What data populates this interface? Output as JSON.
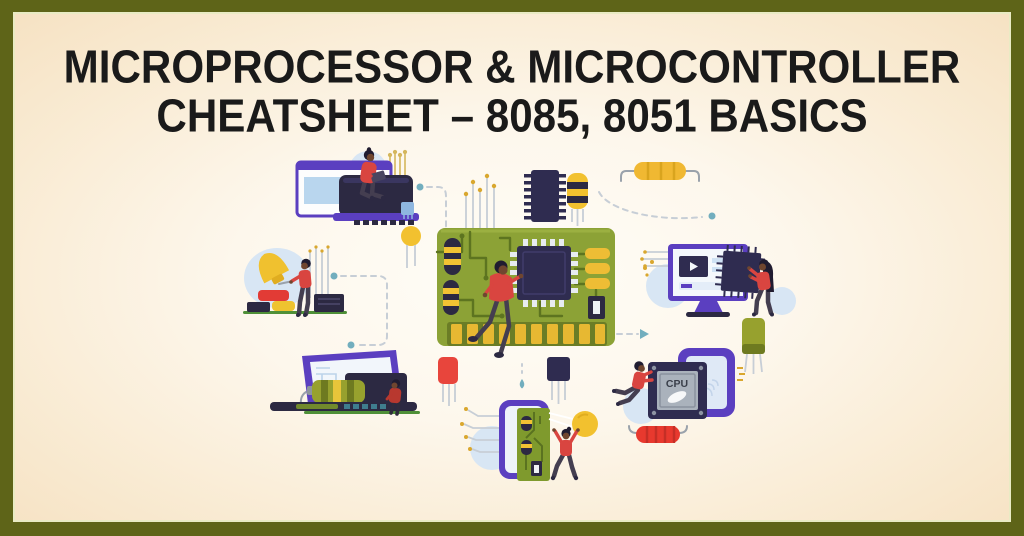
{
  "banner": {
    "title_line1": "MICROPROCESSOR & MICROCONTROLLER",
    "title_line2": "CHEATSHEET – 8085, 8051 BASICS"
  },
  "illustration": {
    "cpu_chip_label": "CPU",
    "scenes": [
      "engineer-sitting-on-server-laptop",
      "engineer-carrying-capacitor",
      "engineer-with-battery-laptop",
      "engineer-installing-chip-on-circuit-board",
      "engineer-installing-chip-into-monitor",
      "engineer-lifting-cpu-chip-at-tablet",
      "engineer-holding-capacitor-at-smartphone"
    ],
    "components": [
      "circuit-board",
      "microchip",
      "dip-chip",
      "yellow-resistor",
      "disc-capacitor",
      "striped-capacitor",
      "electrolytic-capacitor",
      "transistor",
      "led",
      "red-inductor",
      "battery",
      "monitor",
      "laptop",
      "smartphone",
      "cpu-chip"
    ]
  },
  "colors": {
    "border_olive": "#5e6418",
    "border_inner_line": "#e9ebc4",
    "background_edge": "#f6e2c3",
    "background_center": "#fffdf7",
    "title_text": "#1a1a1a",
    "pcb_green": "#8ca236",
    "pcb_trace_green": "#5d7420",
    "chip_navy": "#2f2c50",
    "component_gold": "#f0bd32",
    "accent_purple": "#5b3fc0",
    "accent_red": "#d94540",
    "battery_green": "#97a12e",
    "inductor_red": "#e8392e",
    "skin_brown": "#70462f",
    "pants_gray": "#443e50",
    "light_blue_blob": "#d8e6f4",
    "teal_dot": "#72aebe",
    "dash_gray": "#c7ced6",
    "grass_green": "#4f9038",
    "cpu_body_gray": "#aab2bc"
  }
}
